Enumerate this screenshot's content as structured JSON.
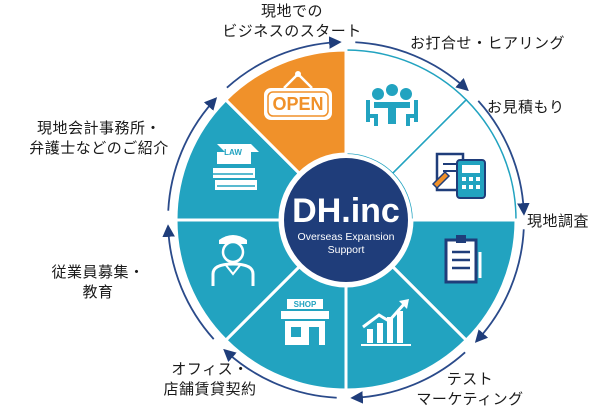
{
  "center": {
    "title": "DH.inc",
    "subtitle_line1": "Overseas Expansion",
    "subtitle_line2": "Support"
  },
  "colors": {
    "teal": "#22a3c0",
    "highlight": "#f0912a",
    "white": "#ffffff",
    "navy": "#1f3d7a",
    "ring": "#2a4a8a",
    "text": "#1a1a1a"
  },
  "segments": [
    {
      "icon": "meeting-icon",
      "fill": "white"
    },
    {
      "icon": "estimate-calculator-icon",
      "fill": "white"
    },
    {
      "icon": "clipboard-survey-icon",
      "fill": "teal"
    },
    {
      "icon": "growth-chart-icon",
      "fill": "teal"
    },
    {
      "icon": "shop-storefront-icon",
      "fill": "teal",
      "icon_text": "SHOP"
    },
    {
      "icon": "worker-icon",
      "fill": "teal"
    },
    {
      "icon": "law-books-icon",
      "fill": "teal",
      "icon_text": "LAW"
    },
    {
      "icon": "open-sign-icon",
      "fill": "orange",
      "icon_text": "OPEN"
    }
  ],
  "labels": {
    "start": [
      "現地での",
      "ビジネスのスタート"
    ],
    "hearing": [
      "お打合せ・ヒアリング"
    ],
    "estimate": [
      "お見積もり"
    ],
    "survey": [
      "現地調査"
    ],
    "test_marketing": [
      "テスト",
      "マーケティング"
    ],
    "office": [
      "オフィス・",
      "店舗賃貸契約"
    ],
    "recruit": [
      "従業員募集・",
      "教育"
    ],
    "introduce": [
      "現地会計事務所・",
      "弁護士などのご紹介"
    ]
  }
}
